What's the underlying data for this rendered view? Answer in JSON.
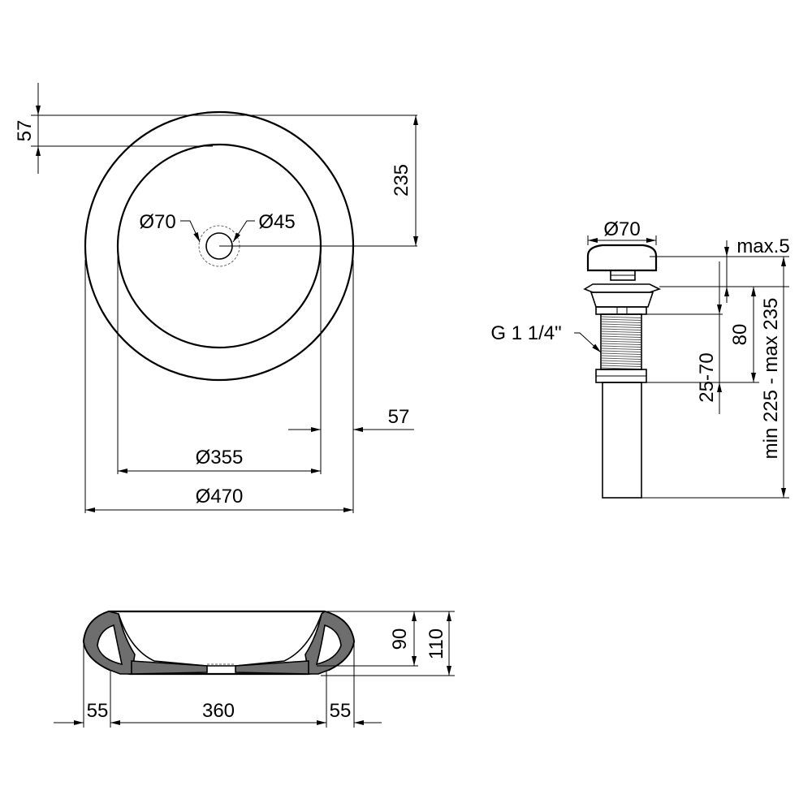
{
  "top_view": {
    "dim_outer_diameter": "Ø470",
    "dim_inner_diameter": "Ø355",
    "dim_drain_outer": "Ø70",
    "dim_drain_inner": "Ø45",
    "dim_rim_top": "57",
    "dim_rim_side": "57",
    "dim_center_offset": "235"
  },
  "drain": {
    "dim_cap_diameter": "Ø70",
    "dim_max_gap": "max.5",
    "dim_thread_spec": "G 1 1/4\"",
    "dim_body_height": "80",
    "dim_thickness_range": "25-70",
    "dim_total_range": "min 225 - max 235"
  },
  "section_view": {
    "dim_left_wall": "55",
    "dim_bottom_width": "360",
    "dim_right_wall": "55",
    "dim_inner_depth": "90",
    "dim_total_height": "110"
  }
}
